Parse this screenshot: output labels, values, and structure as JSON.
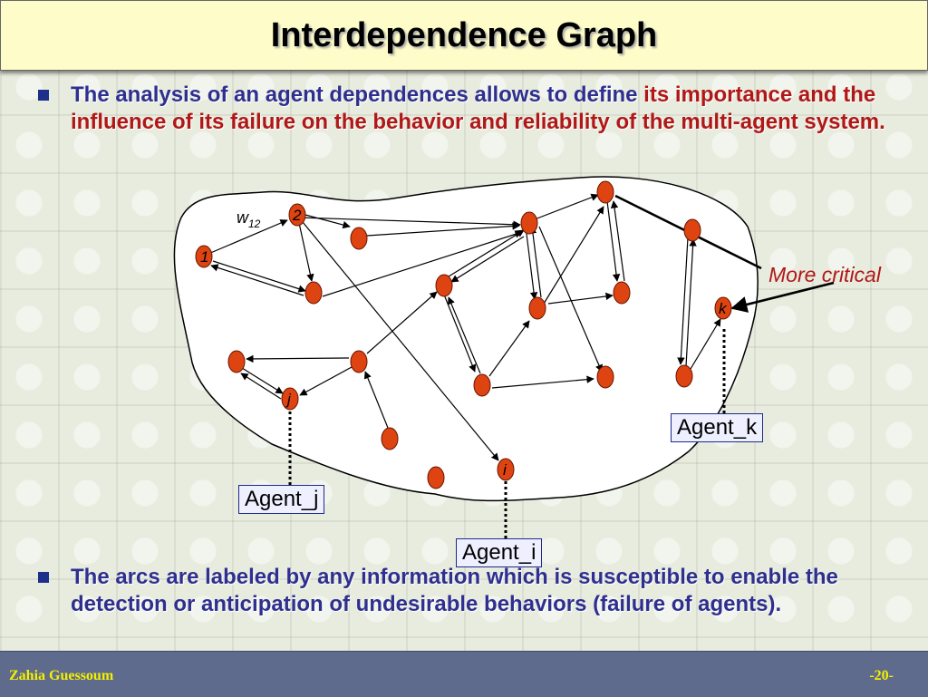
{
  "slide": {
    "title": "Interdependence Graph",
    "bullet1_part1": "The analysis of an agent dependences allows to define ",
    "bullet1_part2": "its importance and the influence of its failure on the behavior and reliability of the multi-agent system",
    "bullet1_part3": ".",
    "bullet2": "The arcs are labeled by any information which is susceptible to enable the detection or anticipation of undesirable behaviors (failure of agents)."
  },
  "diagram": {
    "node_labels": {
      "n1": "1",
      "n2": "2",
      "j": "j",
      "k": "k",
      "i": "i"
    },
    "edge_label_base": "w",
    "edge_label_sub": "12",
    "more_critical": "More critical",
    "agent_j": "Agent_j",
    "agent_k": "Agent_k",
    "agent_i": "Agent_i"
  },
  "footer": {
    "author": "Zahia Guessoum",
    "page": "-20-"
  },
  "colors": {
    "node_fill": "#dd4411",
    "node_stroke": "#6b1500",
    "title_bg": "#fefcc8",
    "bullet_text": "#2f2f8f",
    "highlight_text": "#b01818",
    "footer_bg": "#5e6b8c",
    "footer_text": "#f4f000"
  }
}
